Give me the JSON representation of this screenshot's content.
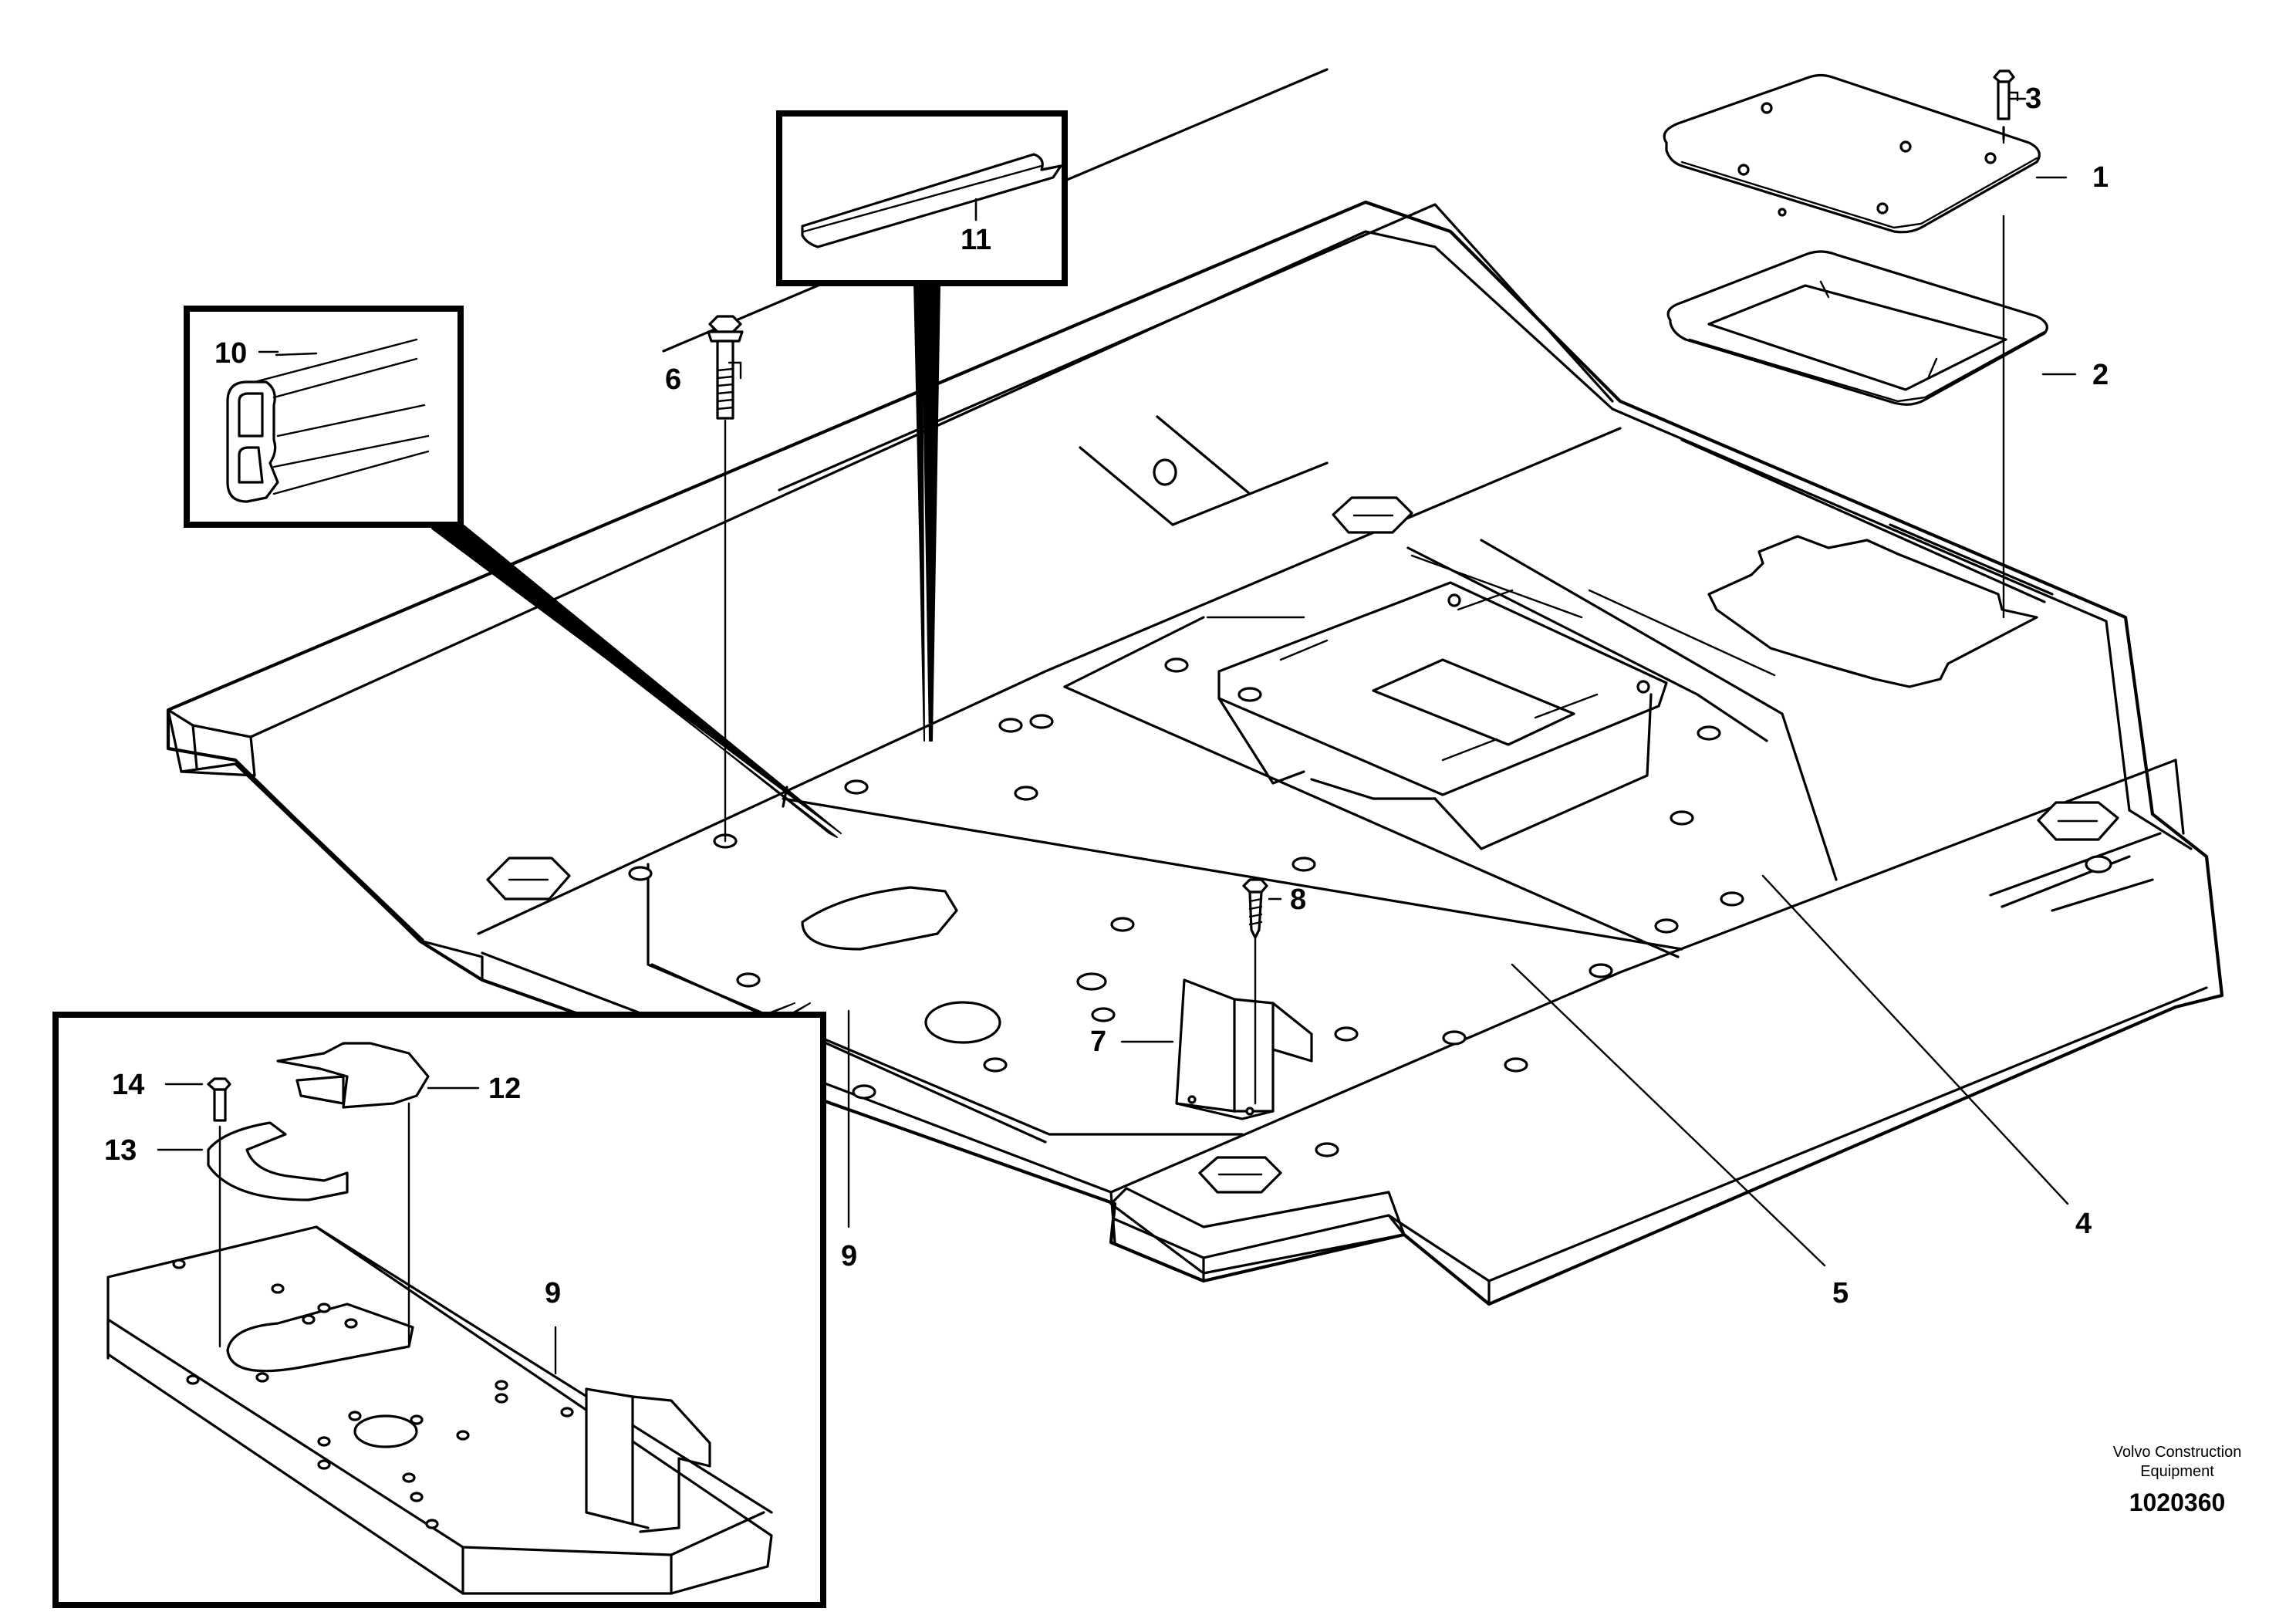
{
  "callouts": {
    "c1": "1",
    "c2": "2",
    "c3": "3",
    "c4": "4",
    "c5": "5",
    "c6": "6",
    "c7": "7",
    "c8": "8",
    "c9_main": "9",
    "c9_inset": "9",
    "c10": "10",
    "c11": "11",
    "c12": "12",
    "c13": "13",
    "c14": "14"
  },
  "credit": {
    "line1": "Volvo Construction",
    "line2": "Equipment",
    "drawing_number": "1020360"
  }
}
